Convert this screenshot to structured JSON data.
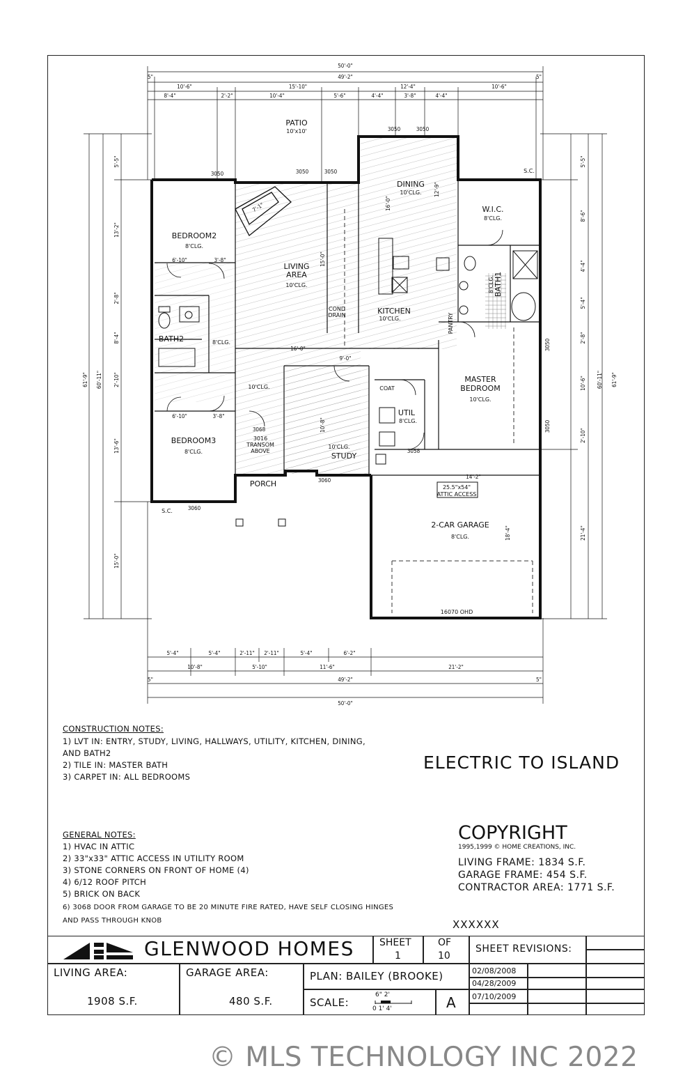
{
  "rooms": {
    "patio": "PATIO",
    "patio_size": "10'x10'",
    "dining": "DINING",
    "dining_clg": "10'CLG.",
    "bedroom2": "BEDROOM2",
    "bedroom2_clg": "8'CLG.",
    "living": "LIVING",
    "living2": "AREA",
    "living_clg": "10'CLG.",
    "wic": "W.I.C.",
    "wic_clg": "8'CLG.",
    "kitchen": "KITCHEN",
    "kitchen_clg": "10'CLG.",
    "bath1": "BATH1",
    "bath1_clg": "8'CLG.",
    "bath2": "BATH2",
    "bath2_clg": "8'CLG.",
    "master": "MASTER",
    "master2": "BEDROOM",
    "master_clg": "10'CLG.",
    "bedroom3": "BEDROOM3",
    "bedroom3_clg": "8'CLG.",
    "study": "STUDY",
    "study_clg": "10'CLG.",
    "util": "UTIL",
    "util_clg": "8'CLG.",
    "porch": "PORCH",
    "garage": "2-CAR GARAGE",
    "garage_clg": "8'CLG.",
    "hall_clg": "10'CLG.",
    "coat": "COAT",
    "pantry": "PANTRY",
    "cond": "COND",
    "drain": "DRAIN",
    "attic": "25.5\"x54\"",
    "attic2": "ATTIC ACCESS",
    "ohd": "16070 OHD",
    "transom": "3016",
    "transom2": "TRANSOM",
    "transom3": "ABOVE",
    "sc": "S.C."
  },
  "dims": {
    "top_overall": "50'-0\"",
    "top_frame": "49'-2\"",
    "five_in": "5\"",
    "top_a": [
      "10'-6\"",
      "15'-10\"",
      "12'-4\"",
      "10'-6\""
    ],
    "top_b": [
      "8'-4\"",
      "2'-2\"",
      "10'-4\"",
      "5'-6\"",
      "4'-4\"",
      "3'-8\"",
      "4'-4\""
    ],
    "bottom_a": [
      "5'-4\"",
      "5'-4\"",
      "2'-11\"",
      "2'-11\"",
      "5'-4\"",
      "6'-2\""
    ],
    "bottom_b": [
      "10'-8\"",
      "5'-10\"",
      "11'-6\"",
      "21'-2\""
    ],
    "bottom_frame": "49'-2\"",
    "bottom_overall": "50'-0\"",
    "left": [
      "5'-5\"",
      "13'-2\"",
      "2'-8\"",
      "8'-4\"",
      "2'-10\"",
      "13'-6\"",
      "15'-0\""
    ],
    "left_total_a": "61'-9\"",
    "left_total_b": "60'-11\"",
    "right": [
      "5'-5\"",
      "8'-6\"",
      "4'-4\"",
      "5'-4\"",
      "2'-8\"",
      "10'-6\"",
      "2'-10\"",
      "21'-4\""
    ],
    "right_total_a": "61'-9\"",
    "right_total_b": "60'-11\"",
    "windows": [
      "3050",
      "3050",
      "3050",
      "3050",
      "3050",
      "3060",
      "3060",
      "3068",
      "3058",
      "3050",
      "3050"
    ],
    "misc": [
      "16'-0\"",
      "15'-0\"",
      "16'-0\"",
      "12'-9\"",
      "9'-0\"",
      "14'-2\"",
      "18'-4\"",
      "10'-8\"",
      "7'-1\"",
      "6'-10\"",
      "6'-10\"",
      "3'-8\"",
      "3'-8\""
    ]
  },
  "notes": {
    "construction_title": "CONSTRUCTION NOTES:",
    "construction": [
      "1) LVT IN: ENTRY, STUDY, LIVING, HALLWAYS, UTILITY, KITCHEN, DINING,",
      "AND BATH2",
      "2) TILE IN: MASTER BATH",
      "3) CARPET IN: ALL BEDROOMS"
    ],
    "electric": "ELECTRIC TO ISLAND",
    "general_title": "GENERAL NOTES:",
    "general": [
      "1) HVAC IN ATTIC",
      "2) 33\"x33\" ATTIC ACCESS IN UTILITY ROOM",
      "3) STONE CORNERS ON FRONT OF HOME (4)",
      "4) 6/12 ROOF PITCH",
      "5) BRICK ON BACK",
      "6)    3068 DOOR FROM GARAGE TO BE 20 MINUTE FIRE RATED, HAVE SELF CLOSING HINGES",
      "AND PASS THROUGH KNOB"
    ],
    "copyright": "COPYRIGHT",
    "copyright_sub": "1995,1999 © HOME CREATIONS, INC.",
    "living_frame": "LIVING FRAME: 1834 S.F.",
    "garage_frame": "GARAGE FRAME: 454 S.F.",
    "contractor": "CONTRACTOR AREA: 1771 S.F.",
    "xxx": "XXXXXX"
  },
  "titleblock": {
    "company": "GLENWOOD HOMES",
    "sheet_label": "SHEET",
    "sheet_no": "1",
    "of_label": "OF",
    "of_no": "10",
    "revisions_label": "SHEET REVISIONS:",
    "living_label": "LIVING AREA:",
    "living_value": "1908 S.F.",
    "garage_label": "GARAGE AREA:",
    "garage_value": "480 S.F.",
    "plan": "PLAN: BAILEY (BROOKE)",
    "scale_label": "SCALE:",
    "scale_top": "6\"  2'",
    "scale_bottom": "0 1'    4'",
    "rev_letter": "A",
    "revisions": [
      "02/08/2008",
      "04/28/2009",
      "07/10/2009"
    ]
  },
  "watermark": "© MLS TECHNOLOGY INC 2022"
}
